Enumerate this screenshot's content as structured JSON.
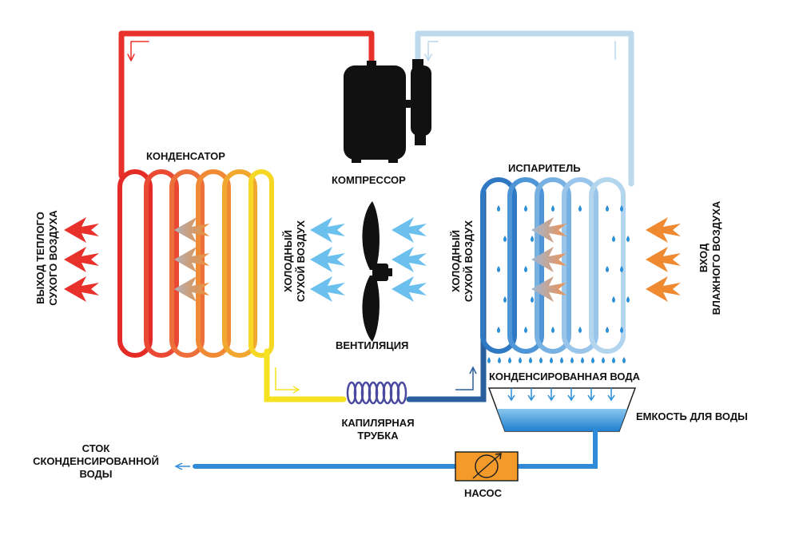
{
  "labels": {
    "compressor": "КОМПРЕССОР",
    "condenser": "КОНДЕНСАТОР",
    "evaporator": "ИСПАРИТЕЛЬ",
    "ventilation": "ВЕНТИЛЯЦИЯ",
    "capillary_line1": "КАПИЛЯРНАЯ",
    "capillary_line2": "ТРУБКА",
    "condensed_water": "КОНДЕНСИРОВАННАЯ ВОДА",
    "water_tank": "ЕМКОСТЬ ДЛЯ ВОДЫ",
    "pump": "НАСОС",
    "drain_line1": "СТОК",
    "drain_line2": "СКОНДЕНСИРОВАННОЙ",
    "drain_line3": "ВОДЫ",
    "warm_out_line1": "ВЫХОД ТЕПЛОГО",
    "warm_out_line2": "СУХОГО ВОЗДУХА",
    "cold_dry_left_line1": "ХОЛОДНЫЙ",
    "cold_dry_left_line2": "СУХОЙ ВОЗДУХ",
    "cold_dry_right_line1": "ХОЛОДНЫЙ",
    "cold_dry_right_line2": "СУХОЙ ВОЗДУХ",
    "humid_in_line1": "ВХОД",
    "humid_in_line2": "ВЛАЖНОГО ВОЗДУХА"
  },
  "colors": {
    "hot_red": "#e8312a",
    "orange": "#f08a30",
    "yellow": "#f6e221",
    "cold_blue": "#2f78c4",
    "light_blue": "#b9d8ef",
    "water_blue": "#2a8fd6",
    "coil_purple": "#4a4aa0",
    "pump_orange": "#f39a2b",
    "compressor_black": "#111111"
  }
}
